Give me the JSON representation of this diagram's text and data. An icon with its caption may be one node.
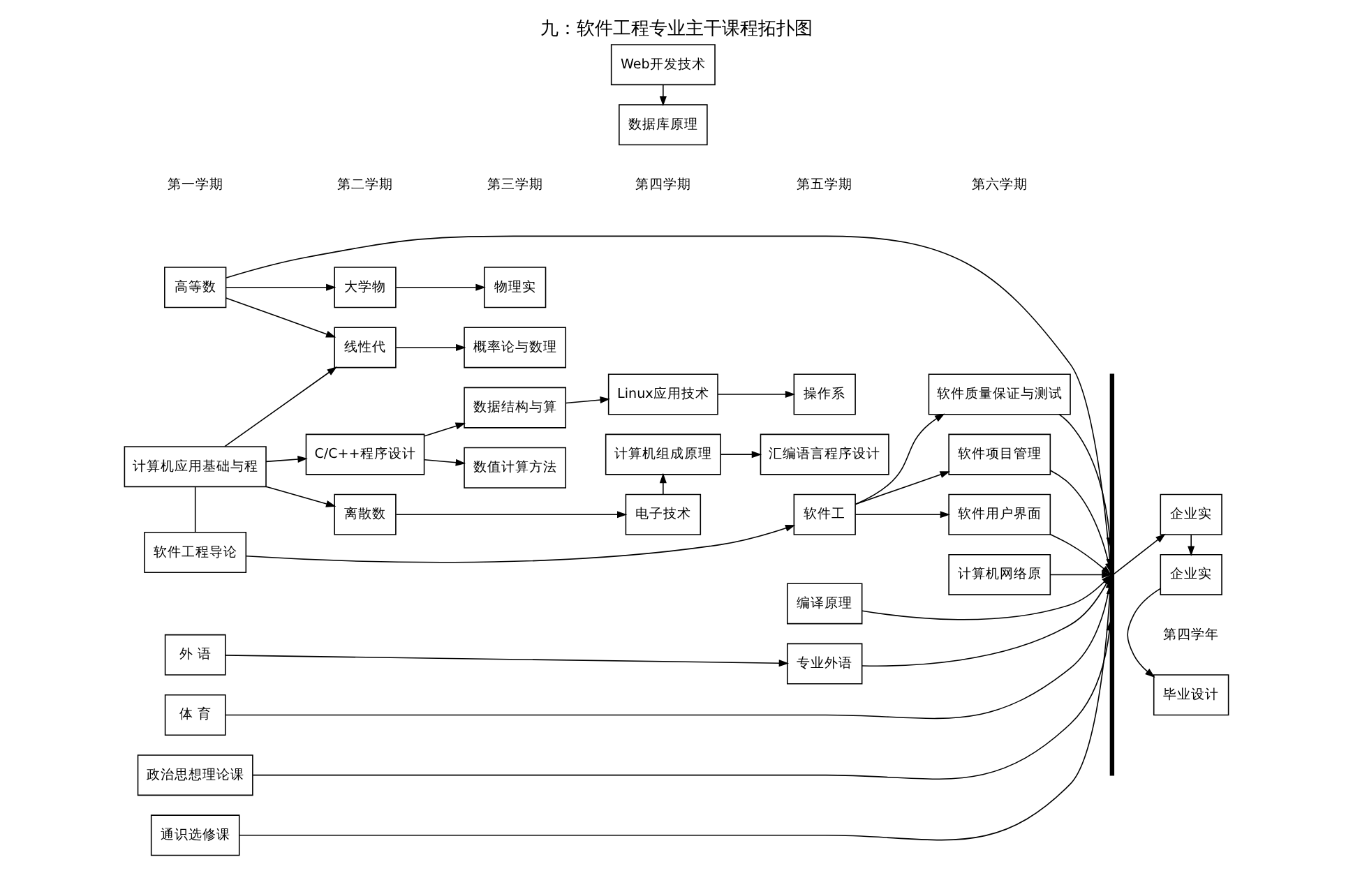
{
  "diagram": {
    "title": "九：软件工程专业主干课程拓扑图",
    "nodes": [
      {
        "text": [
          "高等数"
        ]
      },
      {
        "text": [
          "大学物"
        ]
      },
      {
        "text": [
          "物理实"
        ]
      },
      {
        "text": [
          "操作系"
        ]
      },
      {
        "text": [
          "计算机网络原"
        ]
      },
      {
        "text": [
          "数据库原理"
        ]
      },
      {
        "text": [
          "企业实"
        ]
      },
      {
        "text": [
          "线性代"
        ]
      },
      {
        "text": [
          "概率论与数理"
        ]
      },
      {
        "text": [
          "编译原理"
        ]
      },
      {
        "text": [
          "计算机组成原理"
        ]
      },
      {
        "text": [
          "计算机应用基础与程"
        ]
      },
      {
        "text": [
          "软件用户界面"
        ]
      },
      {
        "text": [
          "离散数"
        ]
      },
      {
        "text": [
          "电子技术"
        ]
      },
      {
        "text": [
          "汇编语言程序设计"
        ]
      },
      {
        "text": [
          "企业实"
        ]
      },
      {
        "text": [
          "软件工程导论"
        ]
      },
      {
        "text": [
          "C/C++程序设计"
        ]
      },
      {
        "text": [
          "数据结构与算"
        ]
      },
      {
        "text": [
          "Linux应用技术"
        ]
      },
      {
        "text": [
          "软件质量保证与测试"
        ]
      },
      {
        "text": [
          "数值计算方法"
        ]
      },
      {
        "text": [
          "Web开发技术"
        ]
      },
      {
        "text": [
          "毕业设计"
        ]
      },
      {
        "text": [
          "软件工"
        ]
      },
      {
        "text": [
          "软件项目管理"
        ]
      },
      {
        "text": [
          "外 语"
        ]
      },
      {
        "text": [
          "专业外语"
        ]
      },
      {
        "text": [
          "体 育"
        ]
      },
      {
        "text": [
          "政治思想理论课"
        ]
      },
      {
        "text": [
          "通识选修课"
        ]
      },
      {
        "text": [],
        "shape": "bar"
      }
    ],
    "edges": [
      {
        "from": 0,
        "to": 1,
        "arrow": "to"
      },
      {
        "from": 0,
        "to": 7,
        "arrow": "to"
      },
      {
        "from": 0,
        "to": 32,
        "arrow": "to"
      },
      {
        "from": 1,
        "to": 2,
        "arrow": "to"
      },
      {
        "from": 11,
        "to": 7,
        "arrow": "to"
      },
      {
        "from": 11,
        "to": 13,
        "arrow": "to"
      },
      {
        "from": 11,
        "to": 18,
        "arrow": "to"
      },
      {
        "from": 11,
        "to": 17,
        "arrow": "none"
      },
      {
        "from": 7,
        "to": 8,
        "arrow": "to"
      },
      {
        "from": 13,
        "to": 14,
        "arrow": "to"
      },
      {
        "from": 18,
        "to": 19,
        "arrow": "to"
      },
      {
        "from": 18,
        "to": 22,
        "arrow": "to"
      },
      {
        "from": 19,
        "to": 20,
        "arrow": "to"
      },
      {
        "from": 23,
        "to": 5,
        "arrow": "to"
      },
      {
        "from": 14,
        "to": 10,
        "arrow": "to"
      },
      {
        "from": 10,
        "to": 15,
        "arrow": "to"
      },
      {
        "from": 20,
        "to": 3,
        "arrow": "to"
      },
      {
        "from": 17,
        "to": 25,
        "arrow": "to"
      },
      {
        "from": 25,
        "to": 12,
        "arrow": "to"
      },
      {
        "from": 25,
        "to": 21,
        "arrow": "to"
      },
      {
        "from": 25,
        "to": 26,
        "arrow": "to"
      },
      {
        "from": 27,
        "to": 28,
        "arrow": "to"
      },
      {
        "from": 4,
        "to": 32,
        "arrow": "to"
      },
      {
        "from": 9,
        "to": 32,
        "arrow": "to"
      },
      {
        "from": 12,
        "to": 32,
        "arrow": "to"
      },
      {
        "from": 21,
        "to": 32,
        "arrow": "to"
      },
      {
        "from": 26,
        "to": 32,
        "arrow": "to"
      },
      {
        "from": 28,
        "to": 32,
        "arrow": "to"
      },
      {
        "from": 29,
        "to": 32,
        "arrow": "to"
      },
      {
        "from": 30,
        "to": 32,
        "arrow": "to"
      },
      {
        "from": 31,
        "to": 32,
        "arrow": "to"
      },
      {
        "from": 32,
        "to": 6,
        "arrow": "to"
      },
      {
        "from": 6,
        "to": 16,
        "arrow": "to"
      },
      {
        "from": 16,
        "to": 24,
        "arrow": "to"
      }
    ],
    "labels": [
      "第一学期",
      "第二学期",
      "第三学期",
      "第四学期",
      "第五学期",
      "第六学期",
      "第四学年"
    ]
  }
}
